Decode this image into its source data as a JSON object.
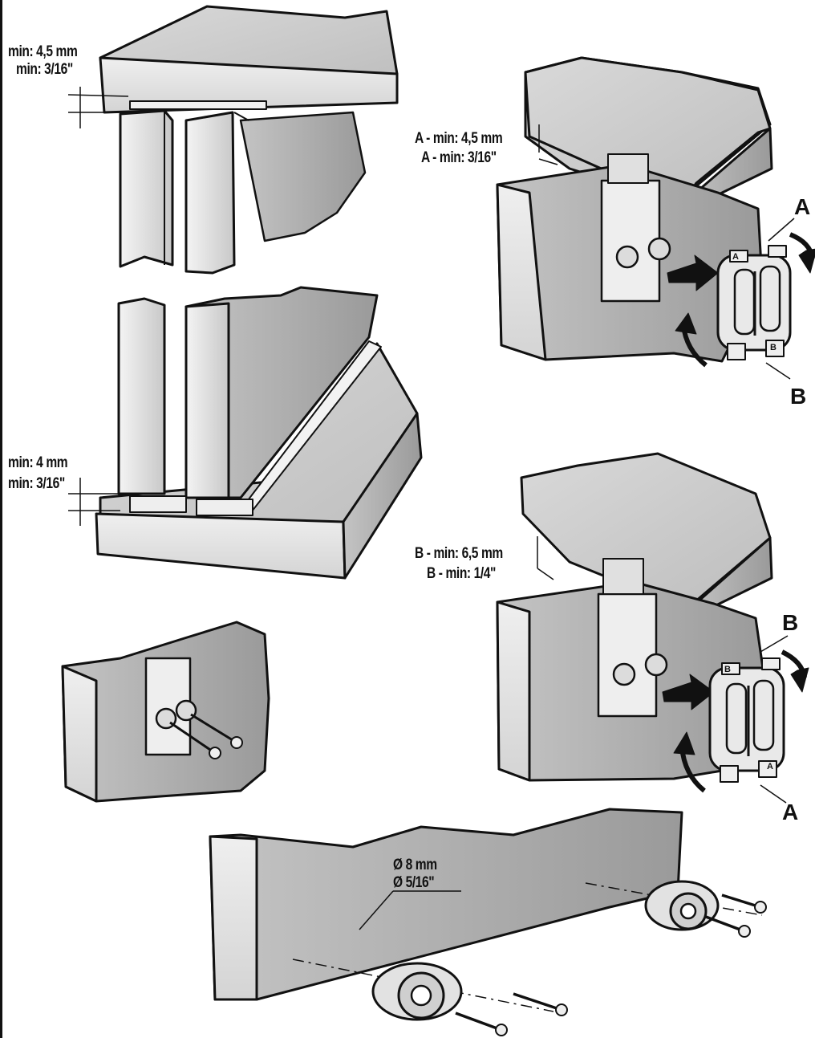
{
  "figure_1": {
    "gap_label_mm": "min: 4,5 mm",
    "gap_label_in": "min: 3/16\""
  },
  "figure_2": {
    "gap_label_mm": "min: 4 mm",
    "gap_label_in": "min: 3/16\""
  },
  "figure_3": {
    "gap_label_mm": "A - min: 4,5 mm",
    "gap_label_in": "A - min: 3/16\"",
    "arrow_top_letter": "A",
    "arrow_bottom_letter": "B",
    "clip_top_mark": "A",
    "clip_bottom_mark": "B"
  },
  "figure_4": {
    "gap_label_mm": "B - min: 6,5 mm",
    "gap_label_in": "B - min: 1/4\"",
    "arrow_top_letter": "B",
    "arrow_bottom_letter": "A",
    "clip_top_mark": "B",
    "clip_bottom_mark": "A"
  },
  "figure_6": {
    "hole_label_mm": "Ø 8 mm",
    "hole_label_in": "Ø 5/16\""
  },
  "colors": {
    "stroke": "#111111",
    "face_light": "#e6e6e6",
    "face_mid": "#cfcfcf",
    "face_dark": "#a9a9a9"
  }
}
